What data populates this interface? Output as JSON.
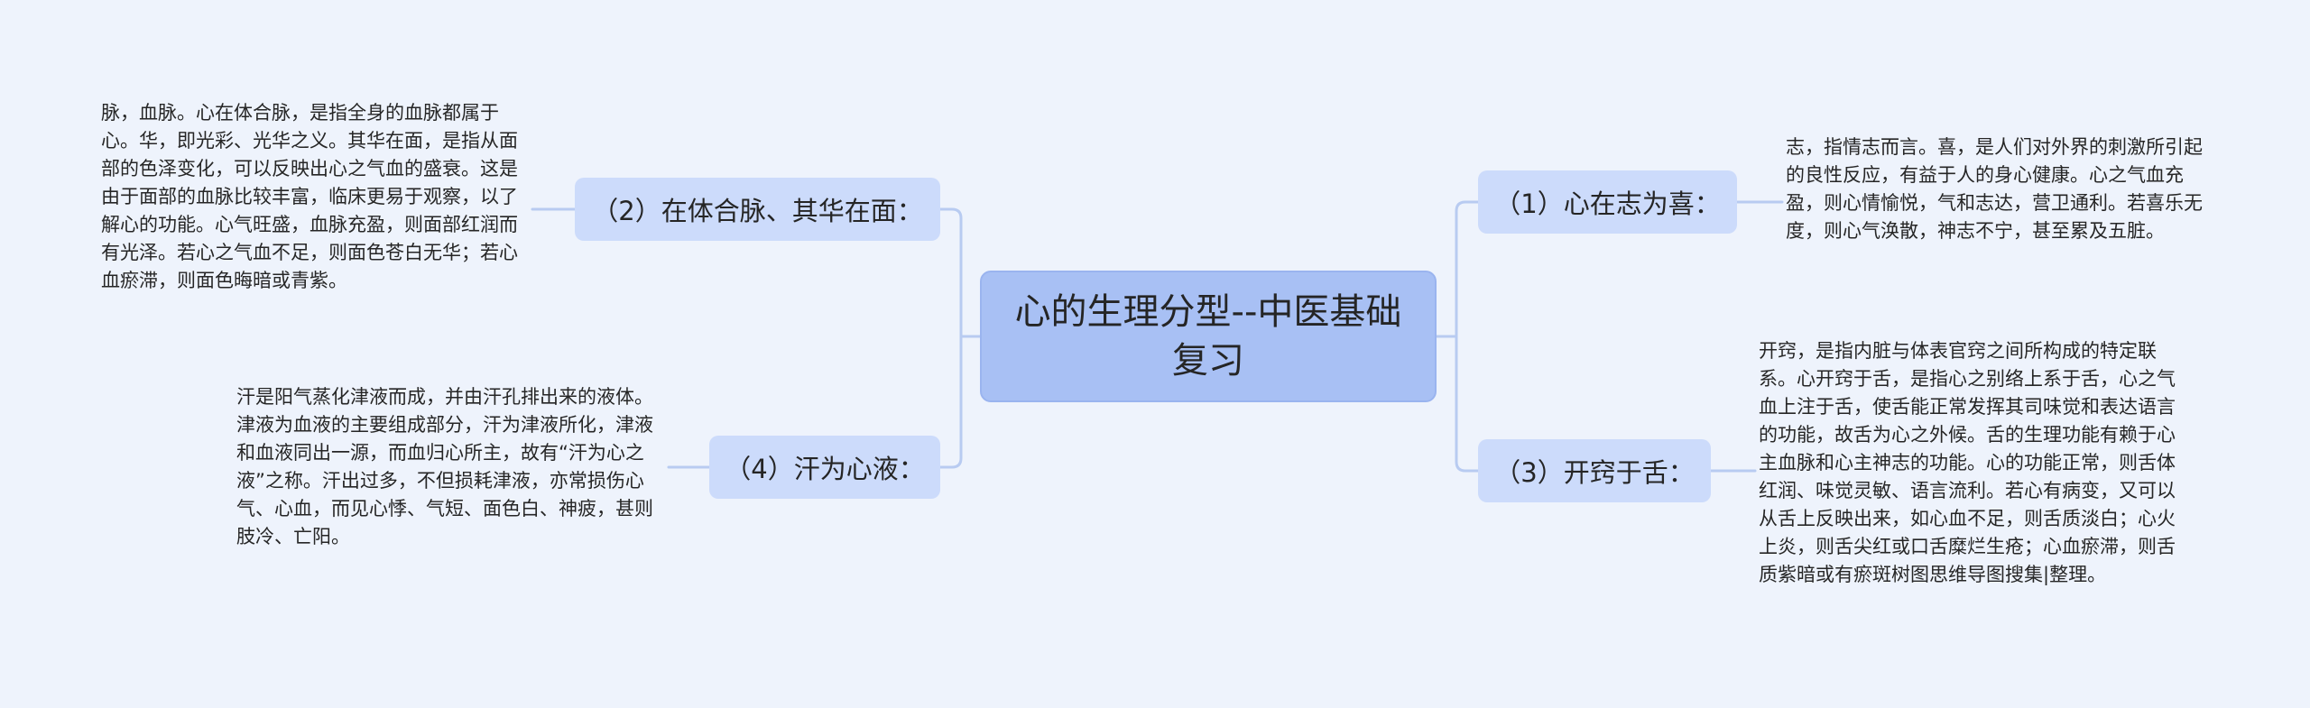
{
  "mind_map": {
    "central": {
      "title": "心的生理分型--中医基础复习"
    },
    "branches": {
      "top_right": {
        "label": "（1）心在志为喜：",
        "detail": "志，指情志而言。喜，是人们对外界的刺激所引起的良性反应，有益于人的身心健康。心之气血充盈，则心情愉悦，气和志达，营卫通利。若喜乐无度，则心气涣散，神志不宁，甚至累及五脏。"
      },
      "top_left": {
        "label": "（2）在体合脉、其华在面：",
        "detail": "脉，血脉。心在体合脉，是指全身的血脉都属于心。华，即光彩、光华之义。其华在面，是指从面部的色泽变化，可以反映出心之气血的盛衰。这是由于面部的血脉比较丰富，临床更易于观察，以了解心的功能。心气旺盛，血脉充盈，则面部红润而有光泽。若心之气血不足，则面色苍白无华；若心血瘀滞，则面色晦暗或青紫。"
      },
      "bottom_right": {
        "label": "（3）开窍于舌：",
        "detail": "开窍，是指内脏与体表官窍之间所构成的特定联系。心开窍于舌，是指心之别络上系于舌，心之气血上注于舌，使舌能正常发挥其司味觉和表达语言的功能，故舌为心之外候。舌的生理功能有赖于心主血脉和心主神志的功能。心的功能正常，则舌体红润、味觉灵敏、语言流利。若心有病变，又可以从舌上反映出来，如心血不足，则舌质淡白；心火上炎，则舌尖红或口舌糜烂生疮；心血瘀滞，则舌质紫暗或有瘀斑树图思维导图搜集|整理。"
      },
      "bottom_left": {
        "label": "（4）汗为心液：",
        "detail": "汗是阳气蒸化津液而成，并由汗孔排出来的液体。津液为血液的主要组成部分，汗为津液所化，津液和血液同出一源，而血归心所主，故有“汗为心之液”之称。汗出过多，不但损耗津液，亦常损伤心气、心血，而见心悸、气短、面色白、神疲，甚则肢冷、亡阳。"
      }
    }
  }
}
